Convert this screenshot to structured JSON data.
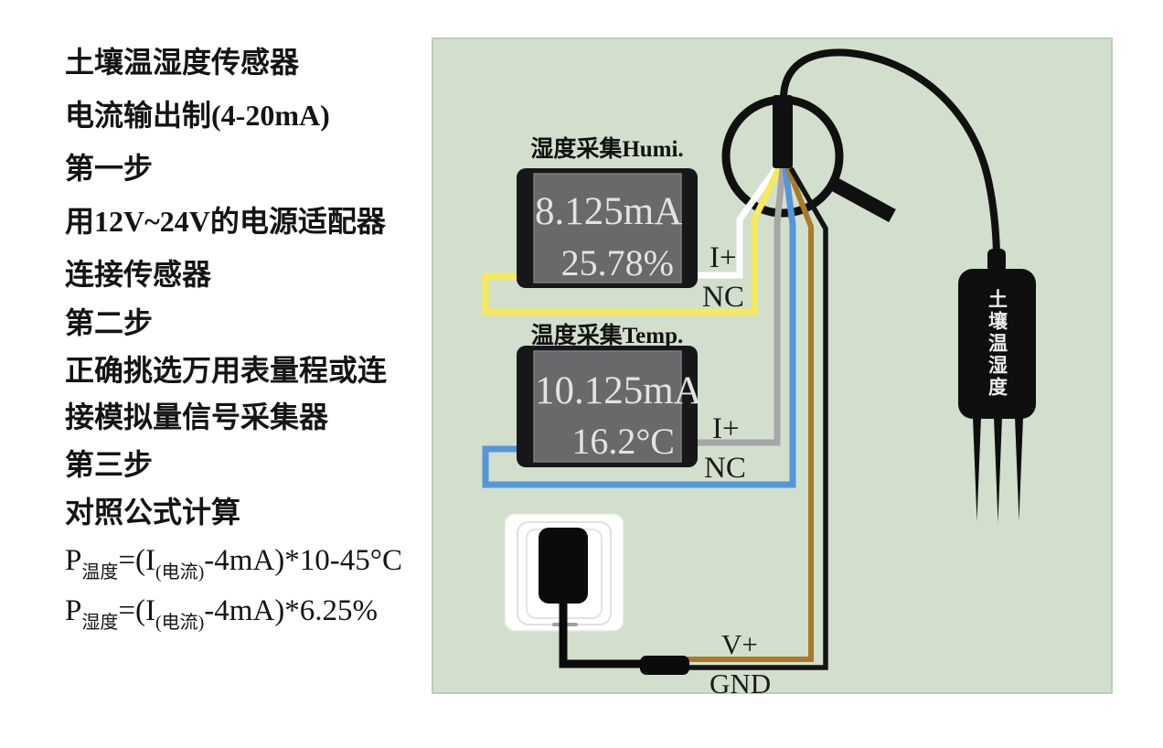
{
  "instructions": [
    "土壤温湿度传感器",
    "电流输出制(4-20mA)",
    "第一步",
    "用12V~24V的电源适配器",
    "连接传感器",
    "第二步",
    "正确挑选万用表量程或连",
    "接模拟量信号采集器",
    "第三步",
    "对照公式计算"
  ],
  "formulas": [
    {
      "var": "P",
      "var_sub": "温度",
      "eq": "=(I",
      "i_sub": "(电流)",
      "rest": "-4mA)*10-45°C"
    },
    {
      "var": "P",
      "var_sub": "湿度",
      "eq": "=(I",
      "i_sub": "(电流)",
      "rest": "-4mA)*6.25%"
    }
  ],
  "diagram": {
    "humidity_meter": {
      "title": "湿度采集Humi.",
      "reading_current": "8.125mA",
      "reading_value": "25.78%",
      "label_iplus": "I+",
      "label_nc": "NC"
    },
    "temperature_meter": {
      "title": "温度采集Temp.",
      "reading_current": "10.125mA",
      "reading_value": "16.2°C",
      "label_iplus": "I+",
      "label_nc": "NC"
    },
    "power_labels": {
      "vplus": "V+",
      "gnd": "GND"
    },
    "sensor": {
      "label": "土壤温湿度"
    },
    "colors": {
      "panel_bg": "#d2dfcc",
      "panel_edge": "#bccdb8",
      "display_bg": "#69696c",
      "display_edge": "#7d7d80",
      "frame_black": "#17171a",
      "wire_white": "#ffffff",
      "wire_yellow": "#f6e95c",
      "wire_gray": "#a6a6a8",
      "wire_blue": "#5596d8",
      "wire_brown": "#aa7a28",
      "wire_black": "#141414"
    }
  }
}
